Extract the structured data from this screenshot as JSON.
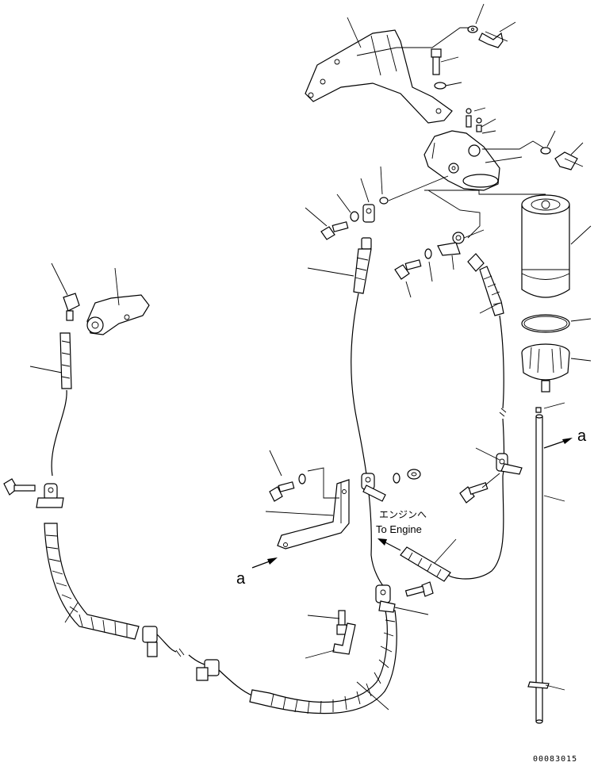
{
  "labels": {
    "to_engine_jp": "エンジンへ",
    "to_engine_en": "To Engine",
    "ref_a_right": "a",
    "ref_a_left": "a",
    "drawing_code": "00083015"
  }
}
